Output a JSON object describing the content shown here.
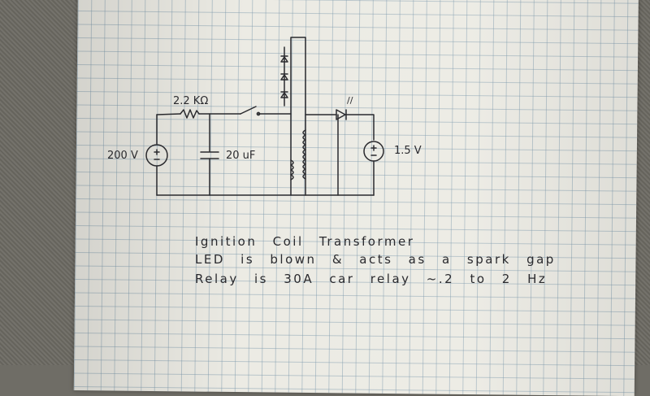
{
  "labels": {
    "resistor": "2.2 KΩ",
    "source_high": "200 V",
    "capacitor": "20 uF",
    "source_low": "1.5 V",
    "led_rays": "//"
  },
  "notes": [
    "Ignition Coil Transformer",
    "LED is blown & acts as a spark gap",
    "Relay is 30A car relay ~.2 to 2 Hz"
  ]
}
